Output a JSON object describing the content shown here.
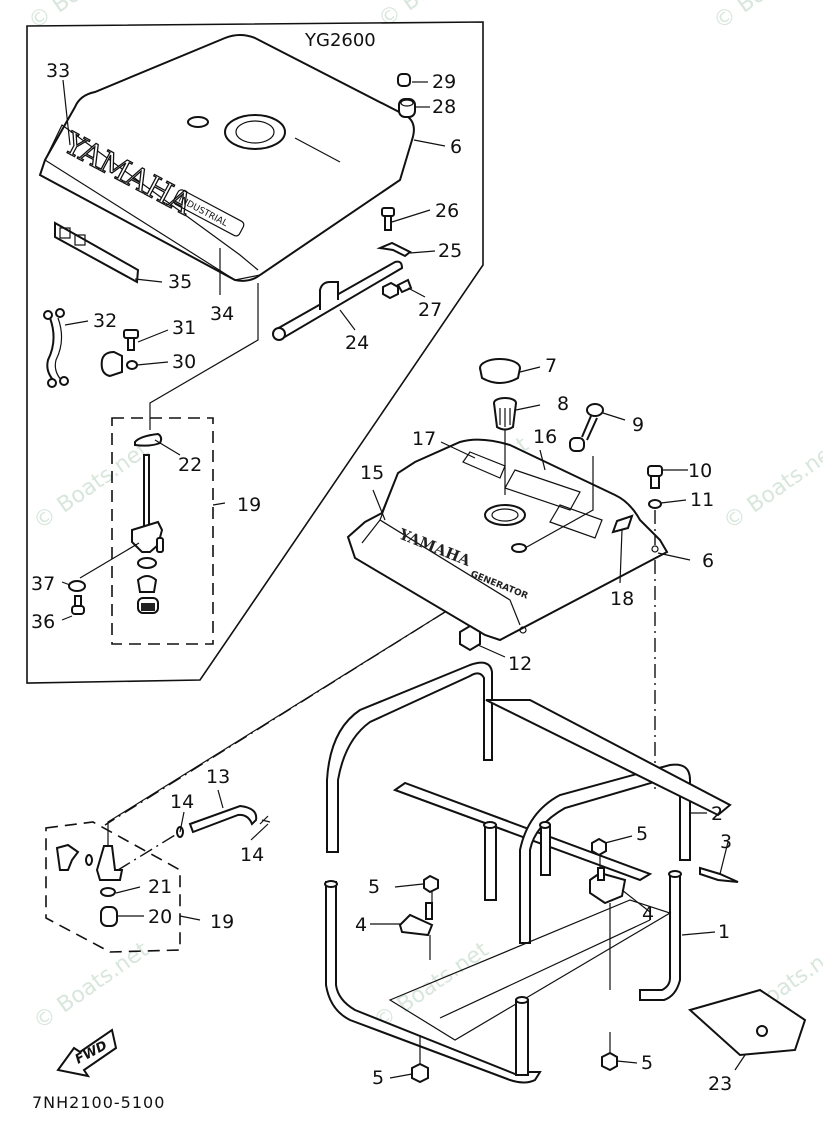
{
  "diagram": {
    "model": "YG2600",
    "drawing_code": "7NH2100-5100",
    "watermark": "© Boats.net",
    "direction_indicator": "FWD",
    "decals": {
      "cover_brand": "YAMAHA",
      "cover_badge": "INDUSTRIAL",
      "tank_brand": "YAMAHA",
      "tank_badge": "GENERATOR"
    },
    "callouts": {
      "c1": "1",
      "c2": "2",
      "c3": "3",
      "c4a": "4",
      "c4b": "4",
      "c5a": "5",
      "c5b": "5",
      "c5c": "5",
      "c5d": "5",
      "c6a": "6",
      "c6b": "6",
      "c7": "7",
      "c8": "8",
      "c9": "9",
      "c10": "10",
      "c11": "11",
      "c12": "12",
      "c13": "13",
      "c14a": "14",
      "c14b": "14",
      "c15": "15",
      "c16": "16",
      "c17": "17",
      "c18": "18",
      "c19a": "19",
      "c19b": "19",
      "c20": "20",
      "c21": "21",
      "c22": "22",
      "c23": "23",
      "c24": "24",
      "c25": "25",
      "c26": "26",
      "c27": "27",
      "c28": "28",
      "c29": "29",
      "c30": "30",
      "c31": "31",
      "c32": "32",
      "c33": "33",
      "c34": "34",
      "c35": "35",
      "c36": "36",
      "c37": "37"
    }
  }
}
